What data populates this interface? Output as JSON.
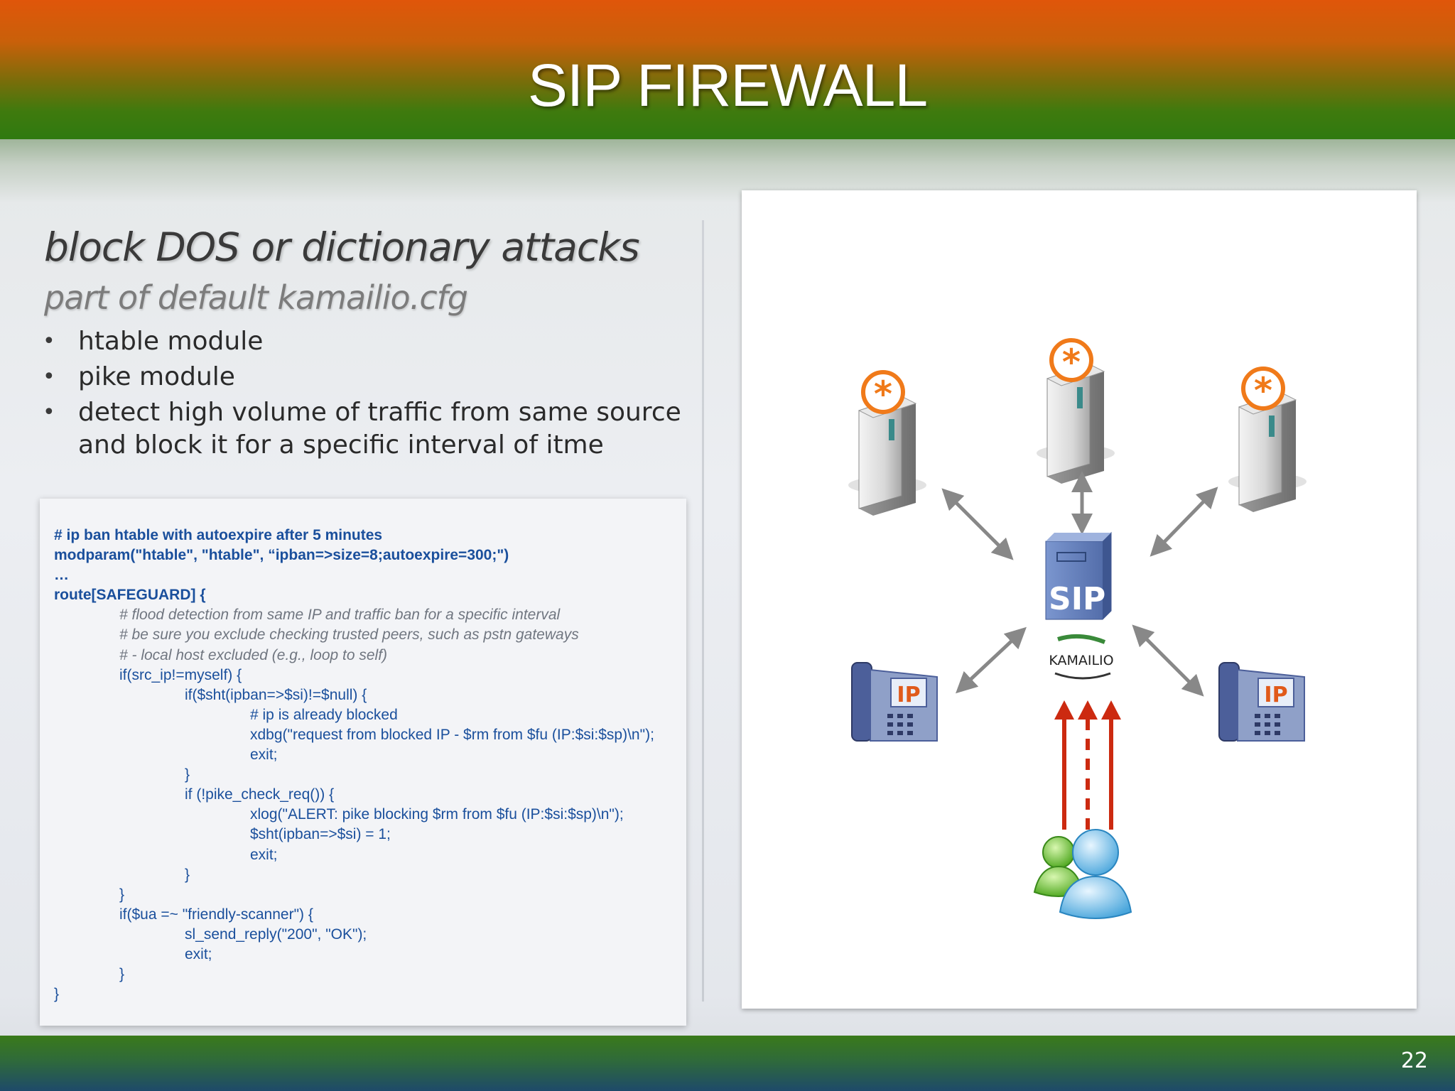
{
  "slide": {
    "title": "SIP FIREWALL",
    "heading": "block DOS or dictionary attacks",
    "subheading": "part of default kamailio.cfg",
    "bullets": [
      "htable module",
      "pike module",
      "detect high volume of traffic from same source and block it for a specific interval of itme"
    ],
    "page_number": "22"
  },
  "code": [
    {
      "text": "# ip ban htable with autoexpire after 5 minutes",
      "style": "b",
      "indent": 0
    },
    {
      "text": "modparam(\"htable\", \"htable\", “ipban=>size=8;autoexpire=300;\")",
      "style": "b",
      "indent": 0
    },
    {
      "text": "…",
      "style": "b",
      "indent": 0
    },
    {
      "text": "route[SAFEGUARD] {",
      "style": "b",
      "indent": 0
    },
    {
      "text": "# flood detection from same IP and traffic ban for a specific interval",
      "style": "c",
      "indent": 1
    },
    {
      "text": "# be sure you exclude checking trusted peers, such as pstn gateways",
      "style": "c",
      "indent": 1
    },
    {
      "text": "# - local host excluded (e.g., loop to self)",
      "style": "c",
      "indent": 1
    },
    {
      "text": "if(src_ip!=myself) {",
      "style": "n",
      "indent": 1
    },
    {
      "text": "if($sht(ipban=>$si)!=$null) {",
      "style": "n",
      "indent": 2
    },
    {
      "text": "# ip is already blocked",
      "style": "n",
      "indent": 3
    },
    {
      "text": "xdbg(\"request from blocked IP - $rm from $fu (IP:$si:$sp)\\n\");",
      "style": "n",
      "indent": 3
    },
    {
      "text": "exit;",
      "style": "n",
      "indent": 3
    },
    {
      "text": "}",
      "style": "n",
      "indent": 2
    },
    {
      "text": "if (!pike_check_req()) {",
      "style": "n",
      "indent": 2
    },
    {
      "text": "xlog(\"ALERT: pike blocking $rm from $fu (IP:$si:$sp)\\n\");",
      "style": "n",
      "indent": 3
    },
    {
      "text": "$sht(ipban=>$si) = 1;",
      "style": "n",
      "indent": 3
    },
    {
      "text": "exit;",
      "style": "n",
      "indent": 3
    },
    {
      "text": "}",
      "style": "n",
      "indent": 2
    },
    {
      "text": "}",
      "style": "n",
      "indent": 1
    },
    {
      "text": "if($ua =~ \"friendly-scanner\") {",
      "style": "n",
      "indent": 1
    },
    {
      "text": "sl_send_reply(\"200\", \"OK\");",
      "style": "n",
      "indent": 2
    },
    {
      "text": "exit;",
      "style": "n",
      "indent": 2
    },
    {
      "text": "}",
      "style": "n",
      "indent": 1
    },
    {
      "text": "}",
      "style": "n",
      "indent": 0
    }
  ],
  "diagram": {
    "sip_label": "SIP",
    "brand_label": "KAMAILIO",
    "phone_label": "IP",
    "colors": {
      "asterisk": "#f07a1a",
      "arrow": "#888888",
      "attack": "#cc2a10",
      "sip_box": "#5f7bb8"
    }
  }
}
